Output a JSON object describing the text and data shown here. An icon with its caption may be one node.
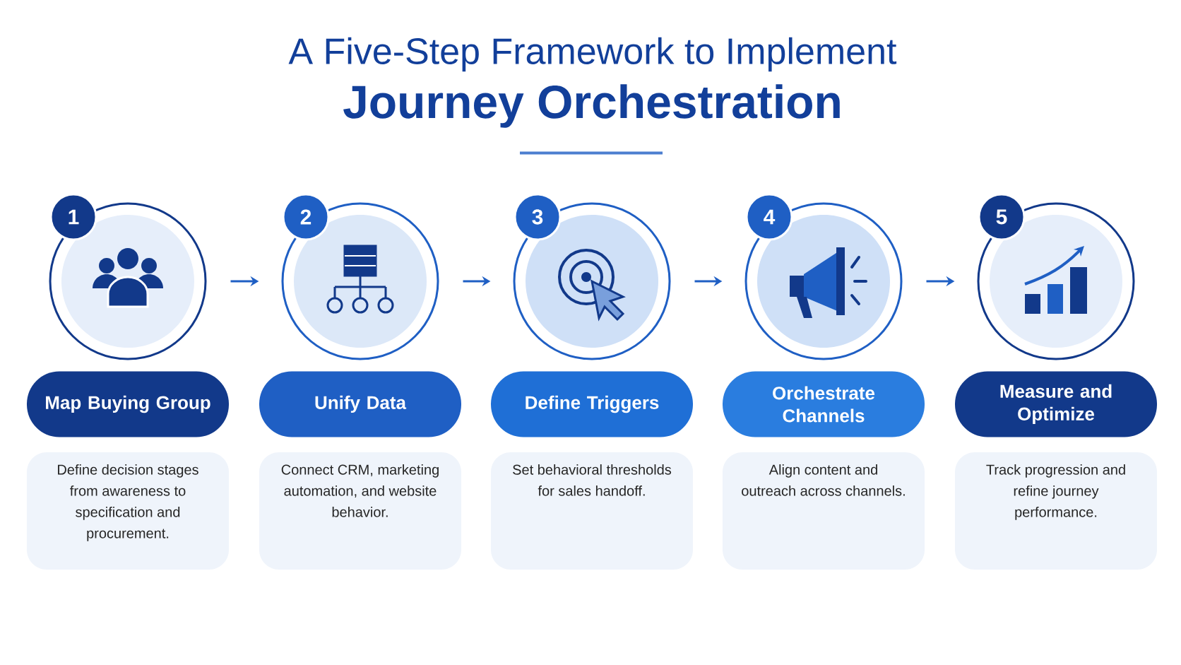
{
  "diagram": {
    "title": "A Five-Step Framework to Implement",
    "nodes": [
      {
        "text": [],
        "shape": "circle"
      },
      {
        "text": [
          "1"
        ]
      },
      {
        "text": [
          "Map Buying Group"
        ]
      },
      {
        "text": [
          "Define decision stages from awareness to specification and procurement."
        ]
      },
      {
        "text": [],
        "shape": "circle"
      },
      {
        "text": [
          "2"
        ]
      },
      {
        "text": [
          "Unify Data"
        ]
      },
      {
        "text": [
          "Connect CRM, marketing automation, and website behavior."
        ]
      },
      {
        "text": [],
        "shape": "circle"
      },
      {
        "text": [
          "3"
        ]
      },
      {
        "text": [
          "Define Triggers"
        ]
      },
      {
        "text": [
          "Set behavioral thresholds for sales handoff."
        ]
      },
      {
        "text": [],
        "shape": "circle"
      },
      {
        "text": [
          "4"
        ]
      },
      {
        "text": [
          "Orchestrate Channels"
        ]
      },
      {
        "text": [
          "Align content and outreach across channels."
        ]
      },
      {
        "text": [],
        "shape": "circle"
      },
      {
        "text": [
          "5"
        ]
      },
      {
        "text": [
          "Measure and Optimize"
        ]
      },
      {
        "text": [
          "Track progression and refine journey performance."
        ]
      }
    ],
    "edges": [
      {
        "from": 0,
        "to": 4,
        "arrow": "to"
      },
      {
        "from": 4,
        "to": 8,
        "arrow": "to"
      },
      {
        "from": 8,
        "to": 12,
        "arrow": "to"
      },
      {
        "from": 12,
        "to": 16,
        "arrow": "to"
      }
    ],
    "labels": [
      "Journey Orchestration"
    ]
  }
}
